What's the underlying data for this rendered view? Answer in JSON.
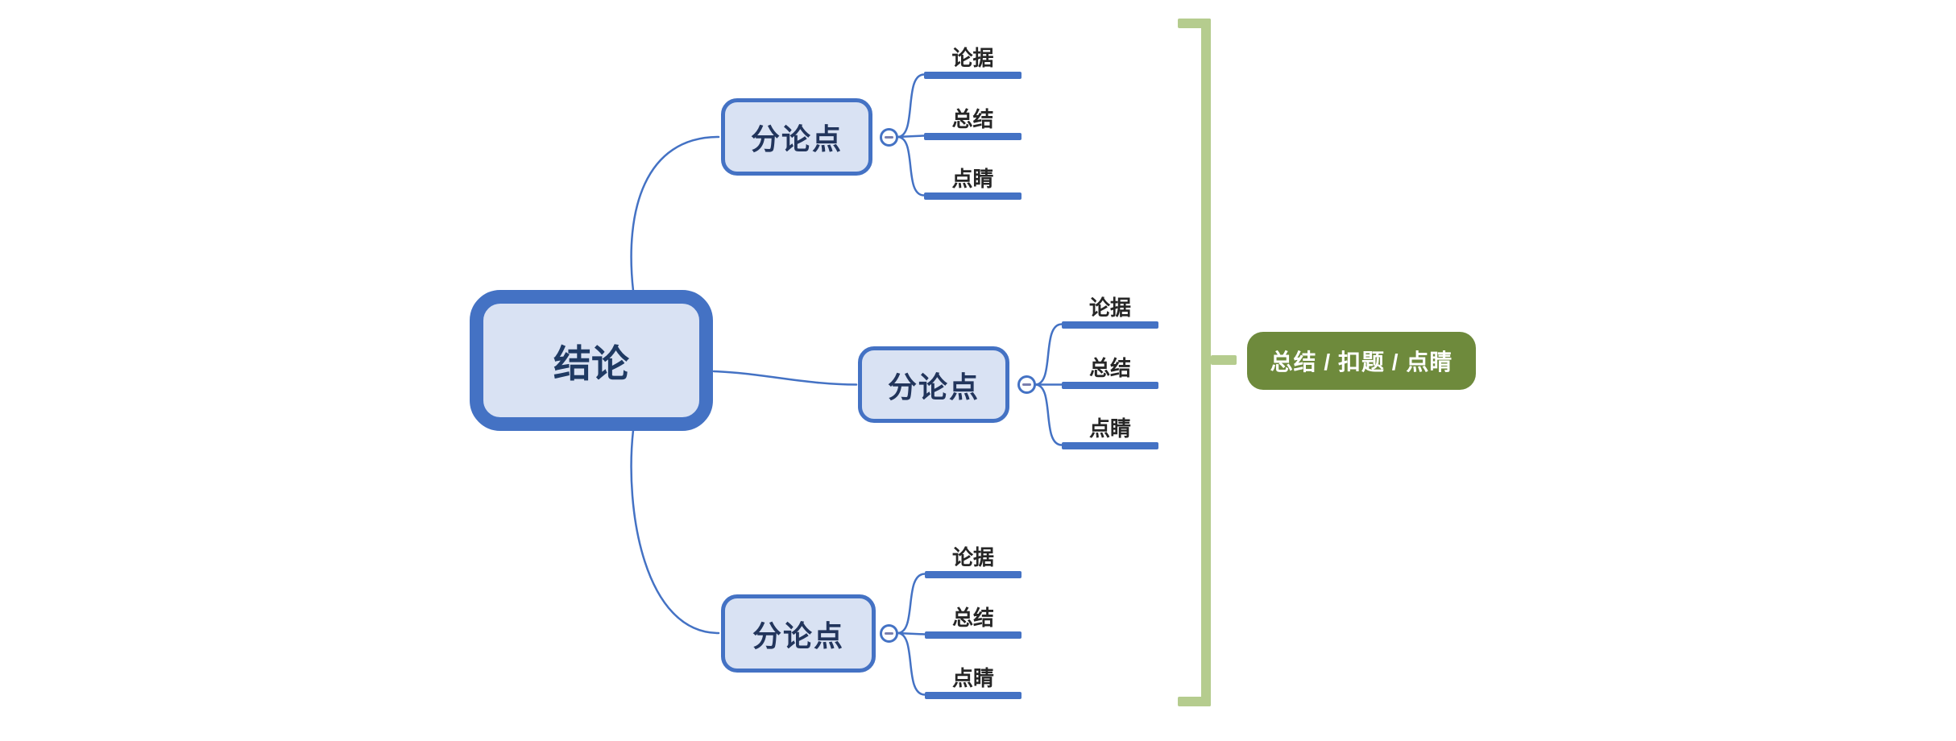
{
  "root": {
    "label": "结论"
  },
  "branches": [
    {
      "label": "分论点",
      "collapse_icon": "minus",
      "children": [
        {
          "label": "论据"
        },
        {
          "label": "总结"
        },
        {
          "label": "点睛"
        }
      ]
    },
    {
      "label": "分论点",
      "collapse_icon": "minus",
      "children": [
        {
          "label": "论据"
        },
        {
          "label": "总结"
        },
        {
          "label": "点睛"
        }
      ]
    },
    {
      "label": "分论点",
      "collapse_icon": "minus",
      "children": [
        {
          "label": "论据"
        },
        {
          "label": "总结"
        },
        {
          "label": "点睛"
        }
      ]
    }
  ],
  "summary": {
    "label": "总结 / 扣题 / 点睛"
  },
  "colors": {
    "topic_border": "#4472c4",
    "topic_fill": "#d9e2f3",
    "topic_text": "#1f3a63",
    "connector_line": "#4472c4",
    "child_text": "#262626",
    "bracket_green": "#b5cc8e",
    "summary_bg": "#6e8a3c",
    "summary_text": "#ffffff"
  }
}
